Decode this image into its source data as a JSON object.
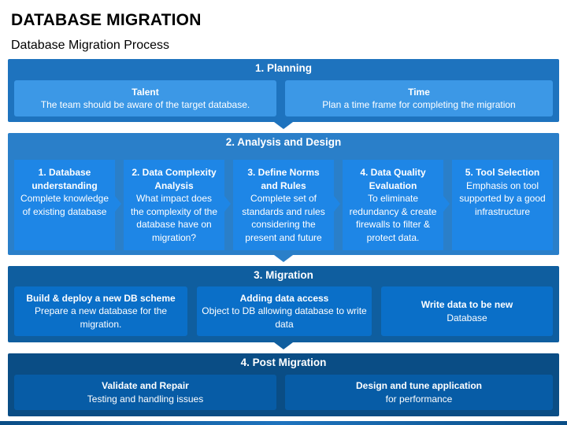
{
  "title": "DATABASE MIGRATION",
  "subtitle": "Database Migration Process",
  "sections": [
    {
      "heading": "1. Planning",
      "items": [
        {
          "head": "Talent",
          "text": "The team should be aware of the target database."
        },
        {
          "head": "Time",
          "text": "Plan a time frame for completing the migration"
        }
      ]
    },
    {
      "heading": "2. Analysis and Design",
      "items": [
        {
          "head": "1. Database understanding",
          "text": "Complete knowledge of existing database"
        },
        {
          "head": "2. Data Complexity Analysis",
          "text": "What impact does the complexity of the database have on migration?"
        },
        {
          "head": "3. Define Norms and Rules",
          "text": "Complete set of standards and rules considering the present and future"
        },
        {
          "head": "4. Data Quality Evaluation",
          "text": "To eliminate redundancy & create firewalls to filter & protect data."
        },
        {
          "head": "5. Tool Selection",
          "text": "Emphasis on tool supported by a good infrastructure"
        }
      ]
    },
    {
      "heading": "3. Migration",
      "items": [
        {
          "head": "Build & deploy a new DB scheme",
          "text": "Prepare a new database for the migration."
        },
        {
          "head": "Adding data access",
          "text": "Object to DB allowing database to write data"
        },
        {
          "head": "Write data to be new",
          "text": "Database"
        }
      ]
    },
    {
      "heading": "4. Post Migration",
      "items": [
        {
          "head": "Validate and Repair",
          "text": "Testing and handling issues"
        },
        {
          "head": "Design and tune application",
          "text": "for performance"
        }
      ]
    }
  ]
}
